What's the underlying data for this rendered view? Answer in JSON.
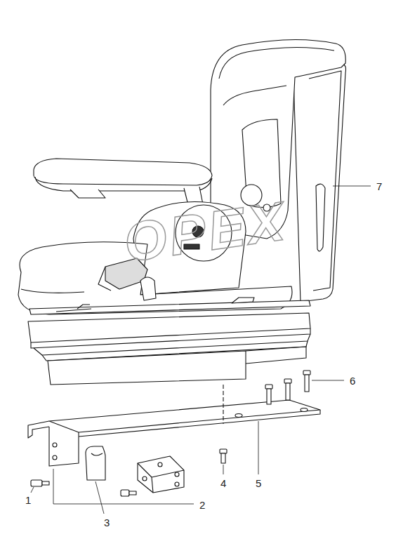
{
  "diagram": {
    "labels": [
      "1",
      "2",
      "3",
      "4",
      "5",
      "6",
      "7",
      "OPEX"
    ]
  }
}
